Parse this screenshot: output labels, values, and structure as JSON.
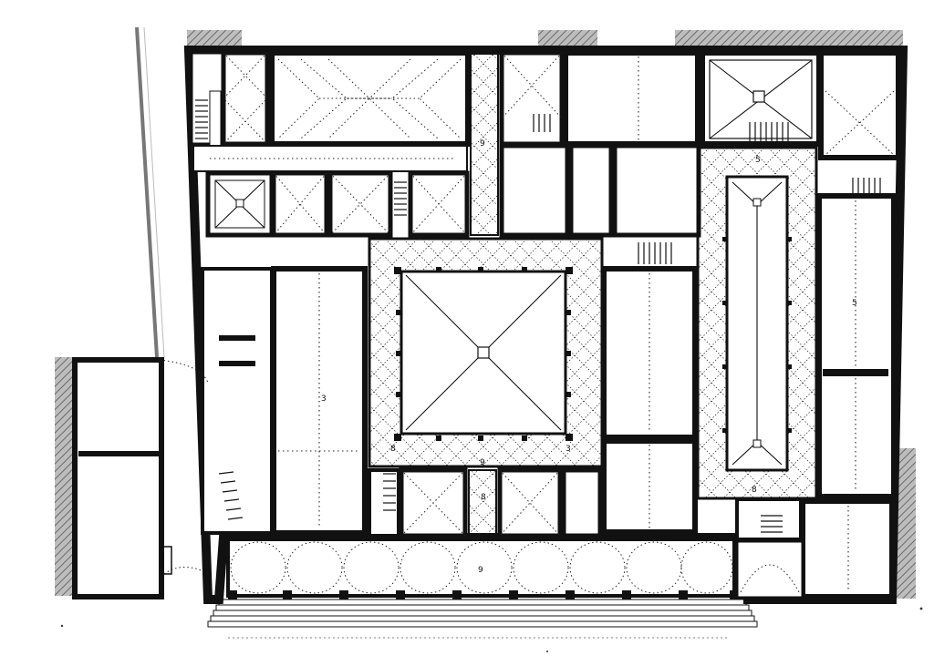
{
  "room_numbers": {
    "courtyard_north": "9",
    "courtyard_south": "8",
    "courtyard_east": "3",
    "courtyard_west": "8",
    "east_long_gallery_north": "5",
    "east_long_gallery_south": "8",
    "east_hall": "5",
    "portico": "9",
    "north_west_hall": "3",
    "corridor_mid": "9"
  }
}
